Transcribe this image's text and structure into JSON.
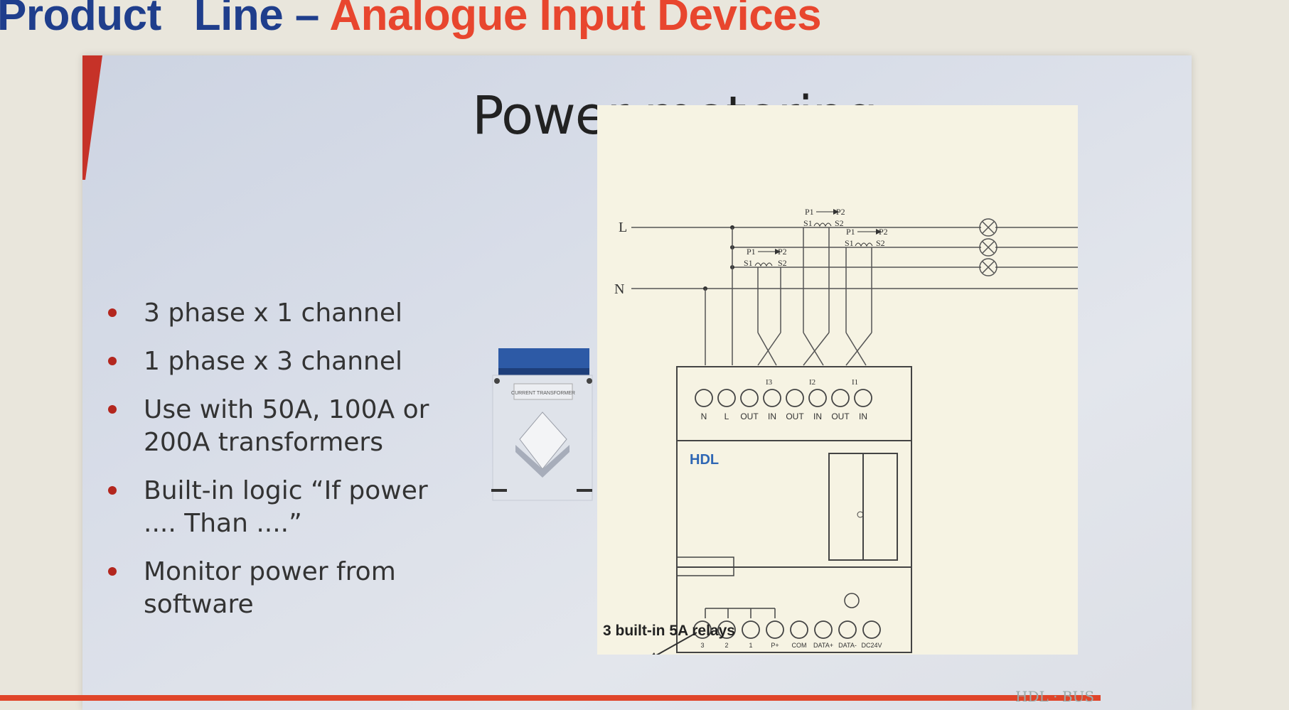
{
  "header": {
    "part1": "Product",
    "part2": "Line –",
    "part3": "Analogue Input Devices"
  },
  "slide": {
    "title": "Power metering",
    "bullets": [
      {
        "line1": "3 phase x 1 channel",
        "line2": ""
      },
      {
        "line1": "1 phase x 3 channel",
        "line2": ""
      },
      {
        "line1": "Use with 50A, 100A or",
        "line2": "200A transformers"
      },
      {
        "line1": "Built-in logic “If power",
        "line2": ".... Than ....”"
      },
      {
        "line1": "Monitor power from",
        "line2": "software"
      }
    ],
    "ct_label": "CURRENT TRANSFORMER"
  },
  "diagram": {
    "line_labels": {
      "L": "L",
      "N": "N"
    },
    "ct_markers": {
      "p1": "P1",
      "p2": "P2",
      "s1": "S1",
      "s2": "S2"
    },
    "channel_labels": [
      "I3",
      "I2",
      "I1"
    ],
    "top_terminals": [
      "N",
      "L",
      "OUT",
      "IN",
      "OUT",
      "IN",
      "OUT",
      "IN"
    ],
    "brand": "HDL",
    "bottom_terminals": [
      "3",
      "2",
      "1",
      "P+",
      "COM",
      "DATA+",
      "DATA-",
      "DC24V"
    ],
    "relay_caption": "3 built-in 5A relays"
  },
  "footer": {
    "logo_text": "HDL · BUS"
  },
  "colors": {
    "header_blue": "#1f3e8c",
    "header_red": "#e8462e",
    "bullet_red": "#b3261e",
    "footer_red": "#e0452a"
  }
}
